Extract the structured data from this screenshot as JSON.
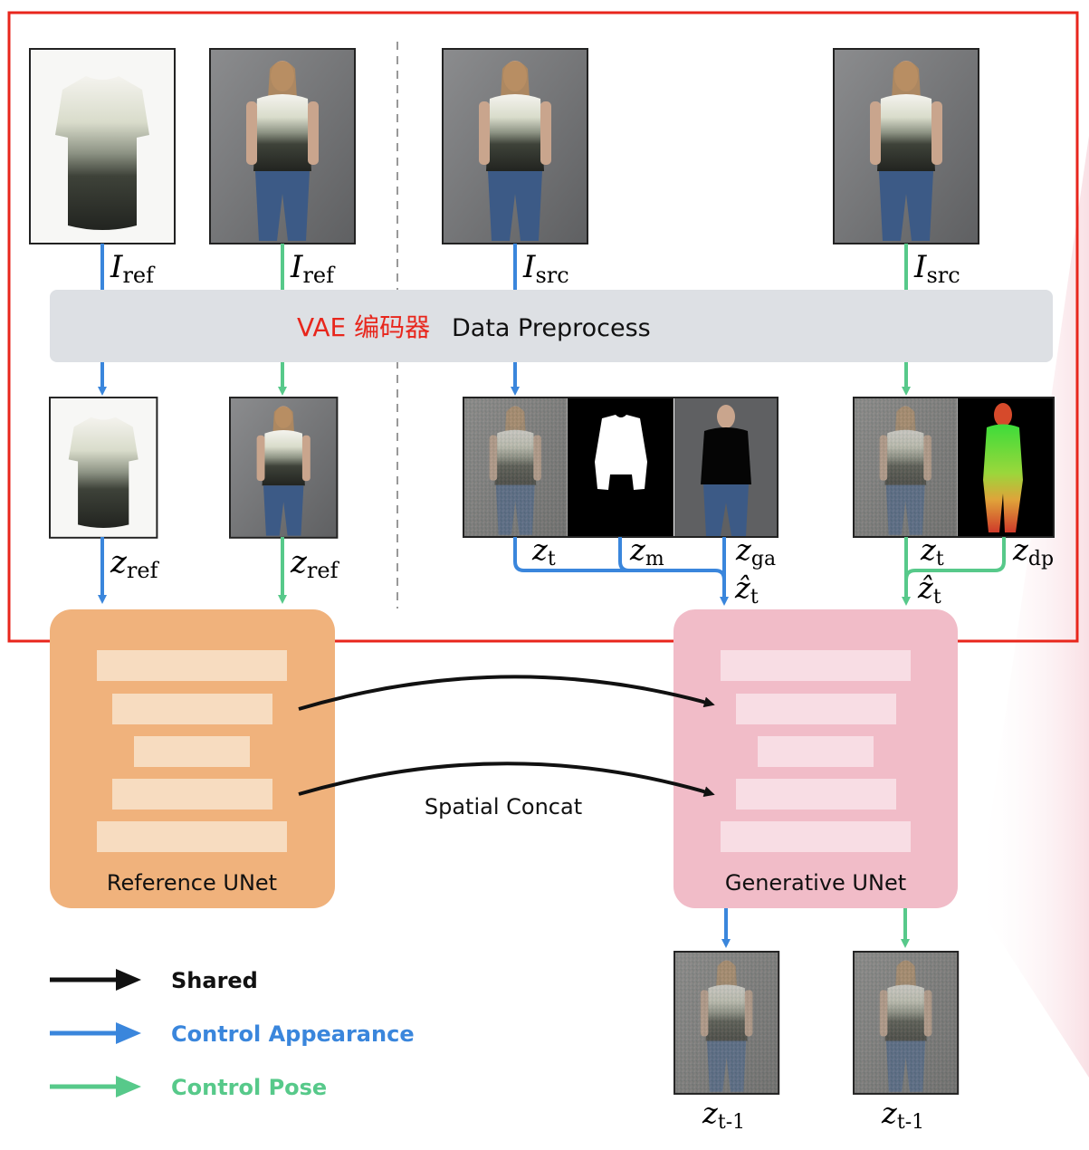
{
  "inputs": {
    "i_ref_sym": "I",
    "i_ref_sub": "ref",
    "i_src_sym": "I",
    "i_src_sub": "src"
  },
  "preprocess": {
    "vae_label": "VAE 编码器",
    "label": "Data Preprocess"
  },
  "latents": {
    "z_sym": "z",
    "ref_sub": "ref",
    "t_sub": "t",
    "m_sub": "m",
    "ga_sub": "ga",
    "dp_sub": "dp",
    "zhat_sym": "ẑ",
    "prev_sub": "t-1"
  },
  "networks": {
    "reference": "Reference UNet",
    "generative": "Generative UNet",
    "connection": "Spatial Concat"
  },
  "legend": {
    "shared": "Shared",
    "appearance": "Control Appearance",
    "pose": "Control Pose"
  },
  "colors": {
    "blue": "#3a86dc",
    "green": "#57c98a",
    "black": "#111111",
    "red_box": "#e8261c",
    "reference_block": "#f0b27c",
    "generative_block": "#f1bcc8",
    "preprocess_bar": "#dde0e4"
  }
}
